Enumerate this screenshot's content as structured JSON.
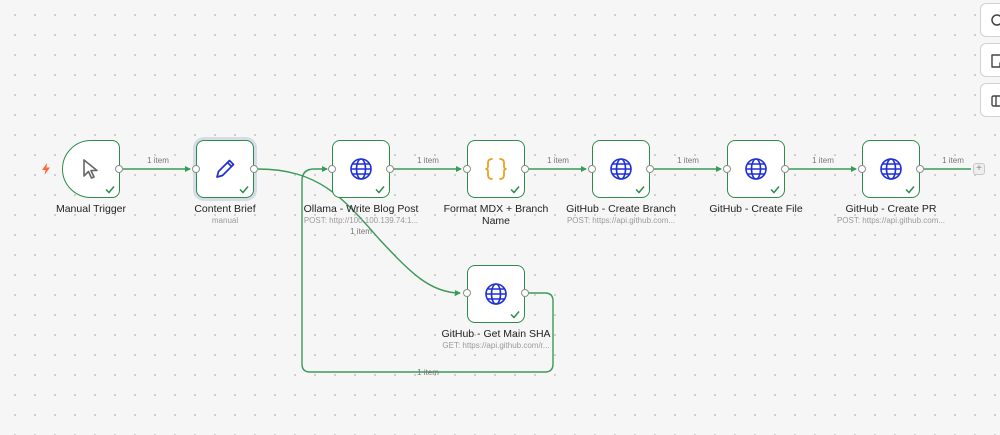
{
  "colors": {
    "edge": "#3a9a57",
    "node_border": "#2e8b4a",
    "globe": "#1f2fd6",
    "braces": "#f0a020",
    "trigger_bolt": "#ff6a3d"
  },
  "edge_label": "1 item",
  "nodes": {
    "manual_trigger": {
      "label": "Manual Trigger",
      "icon": "cursor-icon"
    },
    "content_brief": {
      "label": "Content Brief",
      "subtitle": "manual",
      "icon": "pencil-icon"
    },
    "ollama": {
      "label": "Ollama - Write Blog Post",
      "subtitle": "POST: http://100.100.139.74:1...",
      "icon": "globe-icon"
    },
    "format_mdx": {
      "label": "Format MDX + Branch Name",
      "icon": "braces-icon"
    },
    "create_branch": {
      "label": "GitHub - Create Branch",
      "subtitle": "POST: https://api.github.com...",
      "icon": "globe-icon"
    },
    "create_file": {
      "label": "GitHub - Create File",
      "icon": "globe-icon"
    },
    "create_pr": {
      "label": "GitHub - Create PR",
      "subtitle": "POST: https://api.github.com...",
      "icon": "globe-icon"
    },
    "get_sha": {
      "label": "GitHub - Get Main SHA",
      "subtitle": "GET: https://api.github.com/r...",
      "icon": "globe-icon"
    }
  },
  "toolbar": [
    "zoom-icon",
    "sticky-note-icon",
    "panel-icon"
  ],
  "add_button": "+"
}
